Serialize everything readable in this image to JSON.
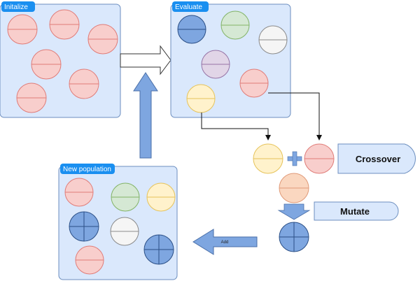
{
  "panels": {
    "initialize": {
      "label": "Initalize"
    },
    "evaluate": {
      "label": "Evaluate"
    },
    "new_population": {
      "label": "New population"
    }
  },
  "operations": {
    "crossover": {
      "label": "Crossover"
    },
    "mutate": {
      "label": "Mutate"
    },
    "add": {
      "label": "Add"
    }
  },
  "colors": {
    "panel_fill": "#dae8fc",
    "panel_stroke": "#6c8ebf",
    "tag_fill": "#1a8ff0",
    "arrow_fill": "#7ea6e0",
    "red": "#f8cecc",
    "red_stroke": "#e07c78",
    "green": "#d5e8d4",
    "green_stroke": "#82b366",
    "yellow": "#fff2cc",
    "yellow_stroke": "#e6c35a",
    "purple": "#e1d5e7",
    "purple_stroke": "#9673a6",
    "white": "#f5f5f5",
    "white_stroke": "#8a8a8a",
    "blue": "#7ea6e0",
    "blue_stroke": "#2b4f86",
    "orange": "#fad7c0",
    "orange_stroke": "#e09a78",
    "op_fill": "#dae8fc"
  }
}
